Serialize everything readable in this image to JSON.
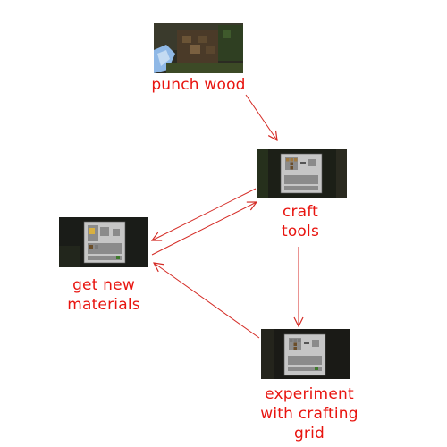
{
  "colors": {
    "label": "#e8140f",
    "arrow": "#d42a24"
  },
  "nodes": [
    {
      "id": "punch-wood",
      "label": "punch wood",
      "icon": "wood-screenshot"
    },
    {
      "id": "craft-tools",
      "label": "craft\ntools",
      "icon": "crafting-table-screenshot"
    },
    {
      "id": "get-new-materials",
      "label": "get new\nmaterials",
      "icon": "inventory-screenshot"
    },
    {
      "id": "experiment-grid",
      "label": "experiment\nwith crafting\ngrid",
      "icon": "crafting-grid-screenshot"
    }
  ],
  "edges": [
    {
      "from": "punch-wood",
      "to": "craft-tools"
    },
    {
      "from": "craft-tools",
      "to": "get-new-materials"
    },
    {
      "from": "get-new-materials",
      "to": "craft-tools"
    },
    {
      "from": "craft-tools",
      "to": "experiment-grid"
    },
    {
      "from": "experiment-grid",
      "to": "get-new-materials"
    }
  ]
}
